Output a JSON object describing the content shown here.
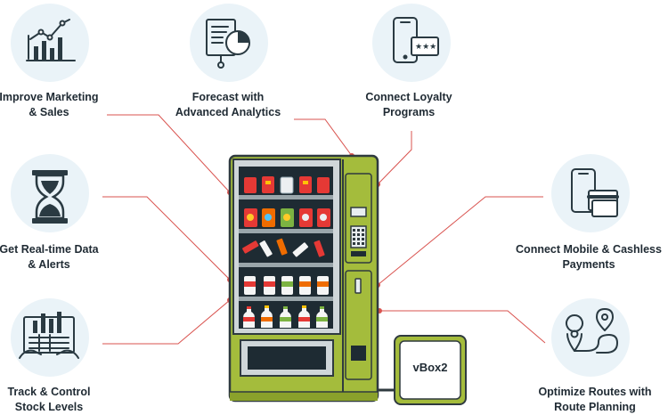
{
  "features": {
    "marketing": {
      "line1": "Improve Marketing",
      "line2": "& Sales",
      "icon": "growth-chart-icon"
    },
    "forecast": {
      "line1": "Forecast with",
      "line2": "Advanced Analytics",
      "icon": "analytics-report-icon"
    },
    "loyalty": {
      "line1": "Connect Loyalty",
      "line2": "Programs",
      "icon": "loyalty-phone-card-icon"
    },
    "realtime": {
      "line1": "Get Real-time Data",
      "line2": "& Alerts",
      "icon": "hourglass-icon"
    },
    "cashless": {
      "line1": "Connect Mobile & Cashless",
      "line2": "Payments",
      "icon": "mobile-card-payment-icon"
    },
    "stock": {
      "line1": "Track & Control",
      "line2": "Stock Levels",
      "icon": "stock-tracking-icon"
    },
    "routes": {
      "line1": "Optimize Routes with",
      "line2": "Route Planning",
      "icon": "route-map-pin-icon"
    }
  },
  "device": {
    "label": "vBox2"
  },
  "colors": {
    "machine_green": "#a4bc3c",
    "machine_green_dark": "#8aa12b",
    "machine_outline": "#2f3a3f",
    "cabinet_gray": "#cfd6d9",
    "connector_red": "#d9534f",
    "icon_circle": "#eaf3f8",
    "icon_dark": "#2a3a42",
    "text_dark": "#1f2a33"
  }
}
